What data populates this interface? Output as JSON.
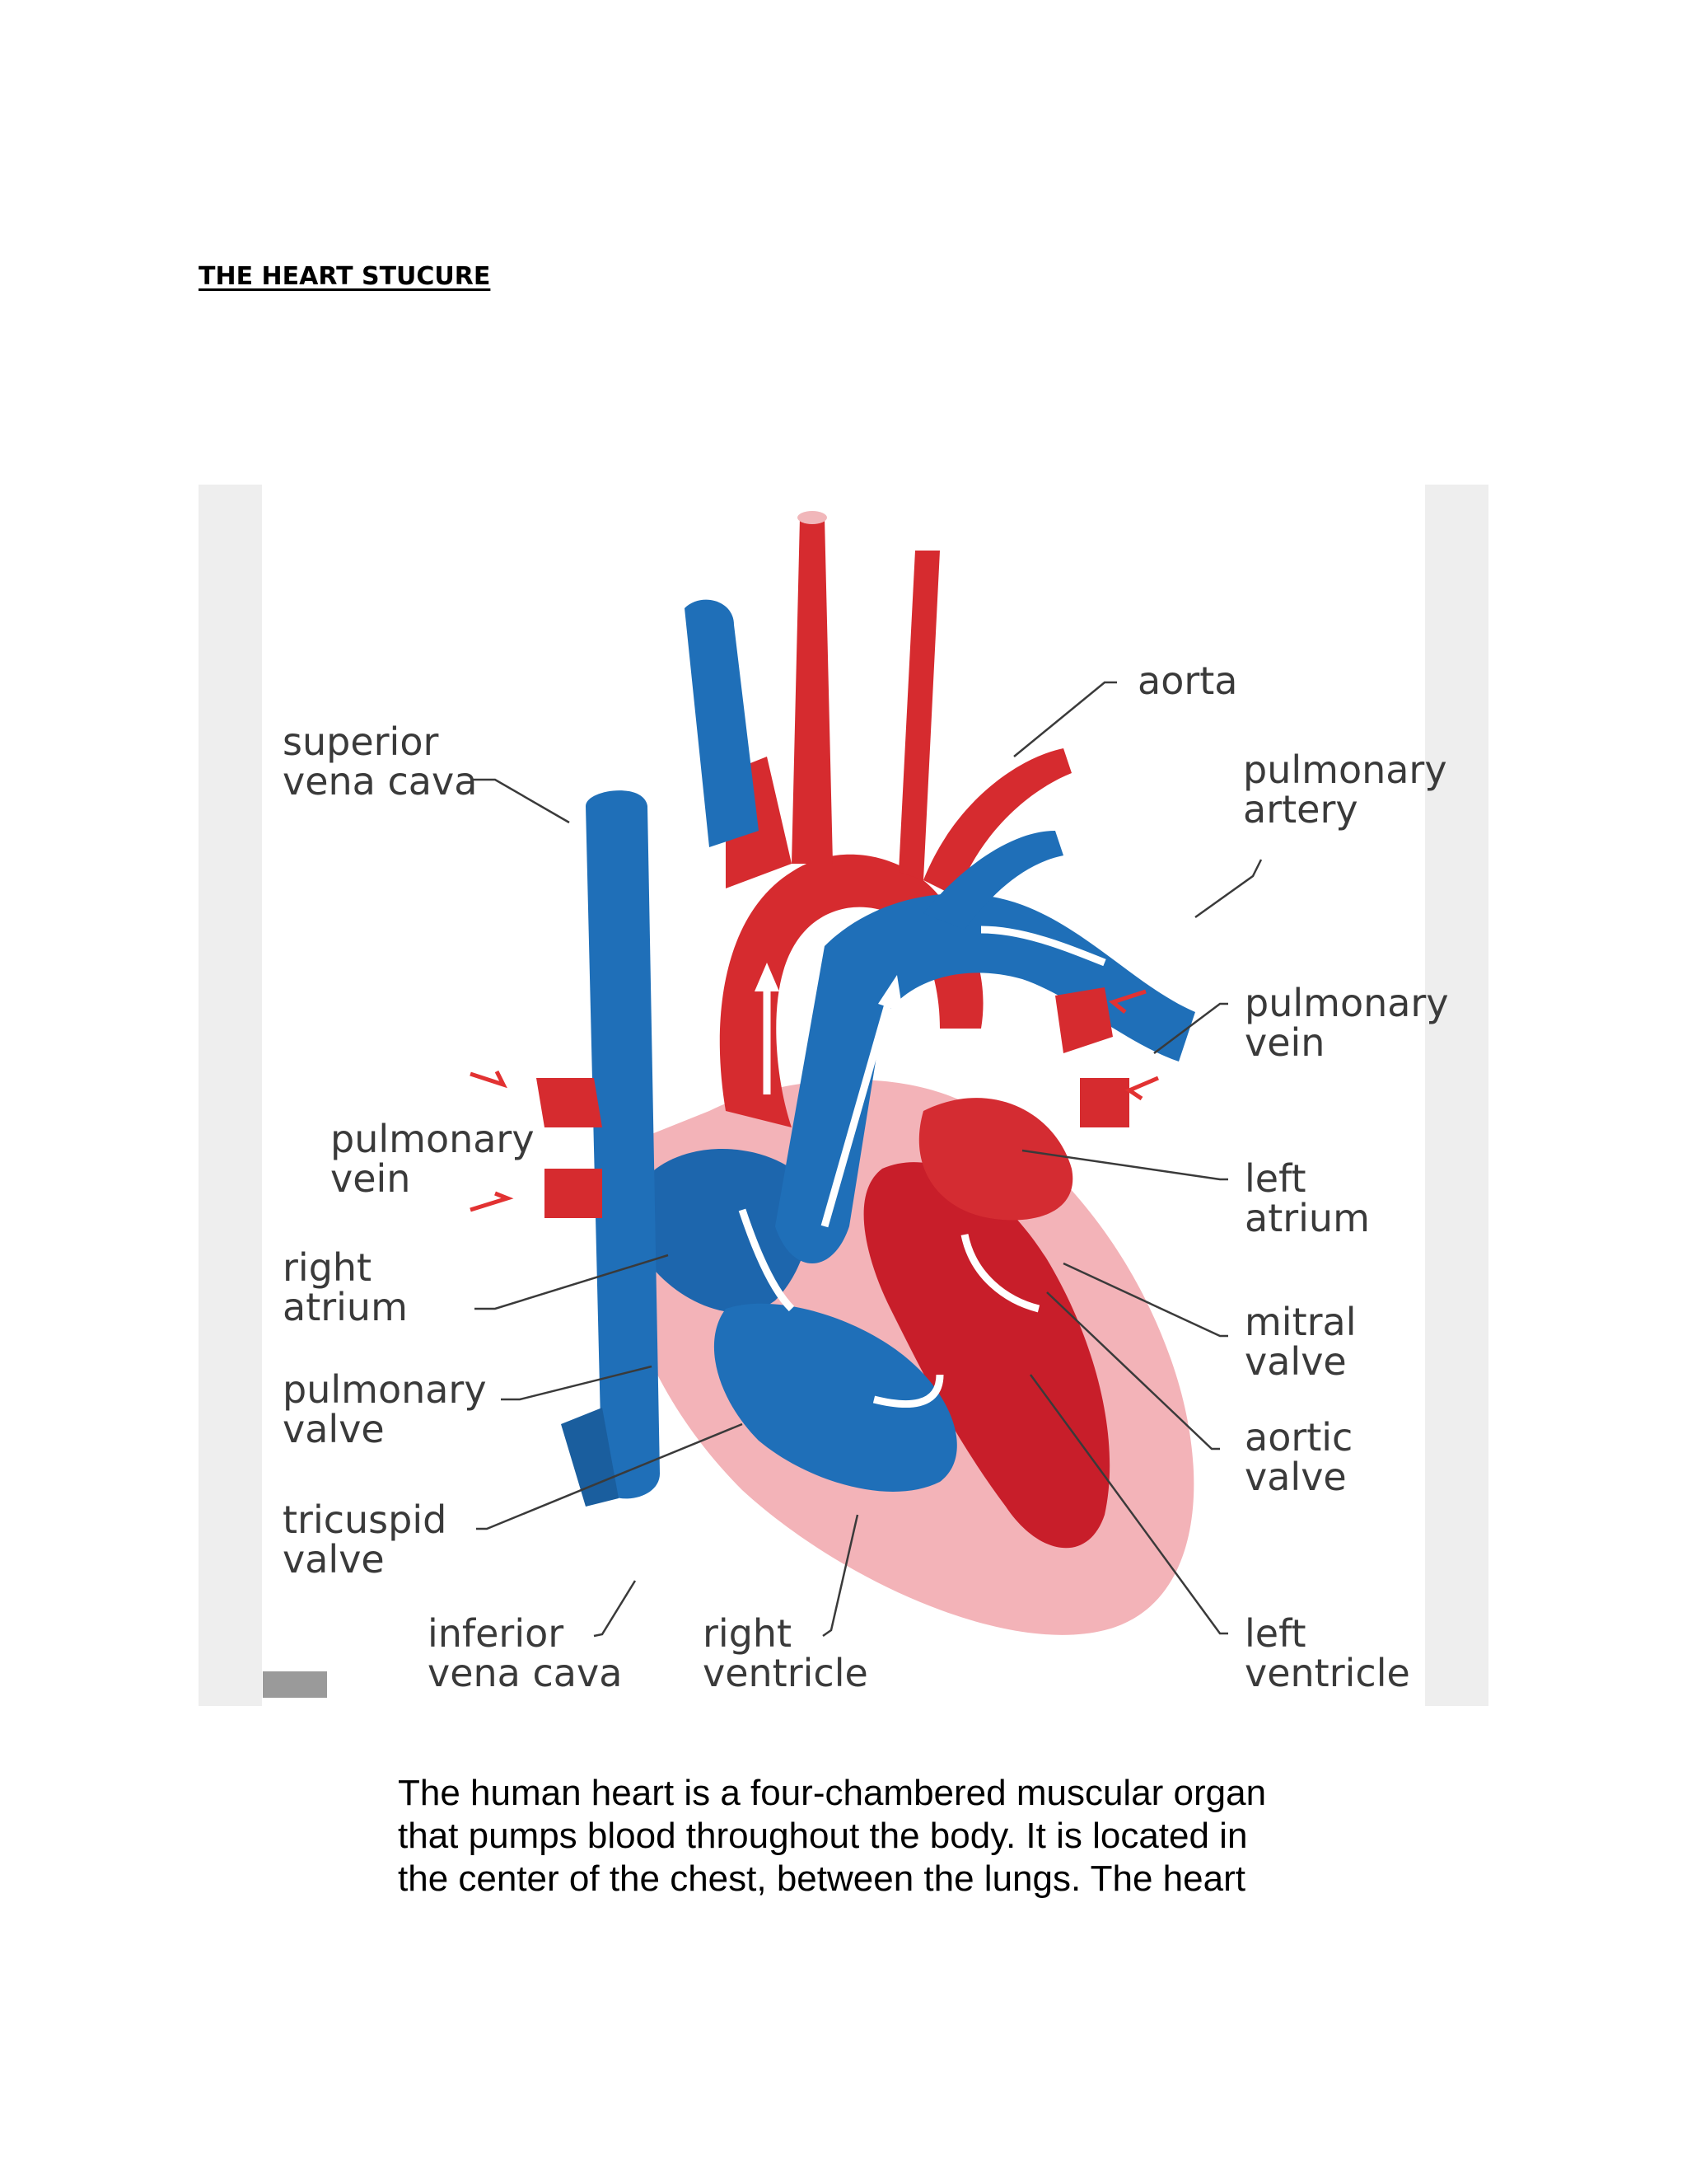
{
  "document": {
    "title": "THE HEART STUCURE"
  },
  "diagram": {
    "labels": {
      "superior_vena_cava": [
        "superior",
        "vena cava"
      ],
      "aorta": [
        "aorta"
      ],
      "pulmonary_artery": [
        "pulmonary",
        "artery"
      ],
      "pulmonary_vein_left": [
        "pulmonary",
        "vein"
      ],
      "pulmonary_vein_right": [
        "pulmonary",
        "vein"
      ],
      "left_atrium": [
        "left",
        "atrium"
      ],
      "right_atrium": [
        "right",
        "atrium"
      ],
      "mitral_valve": [
        "mitral",
        "valve"
      ],
      "pulmonary_valve": [
        "pulmonary",
        "valve"
      ],
      "aortic_valve": [
        "aortic",
        "valve"
      ],
      "tricuspid_valve": [
        "tricuspid",
        "valve"
      ],
      "inferior_vena_cava": [
        "inferior",
        "vena cava"
      ],
      "right_ventricle": [
        "right",
        "ventricle"
      ],
      "left_ventricle": [
        "left",
        "ventricle"
      ]
    },
    "colors": {
      "oxygenated": "#d92b2b",
      "deoxygenated": "#1f6fb8",
      "pericardium": "#f4b8bc",
      "label_text": "#3a3a3a"
    }
  },
  "body": {
    "lines": [
      "The human heart is a four-chambered muscular organ",
      "that pumps blood throughout the body. It is located in",
      "the center of the chest, between the lungs. The heart"
    ]
  }
}
